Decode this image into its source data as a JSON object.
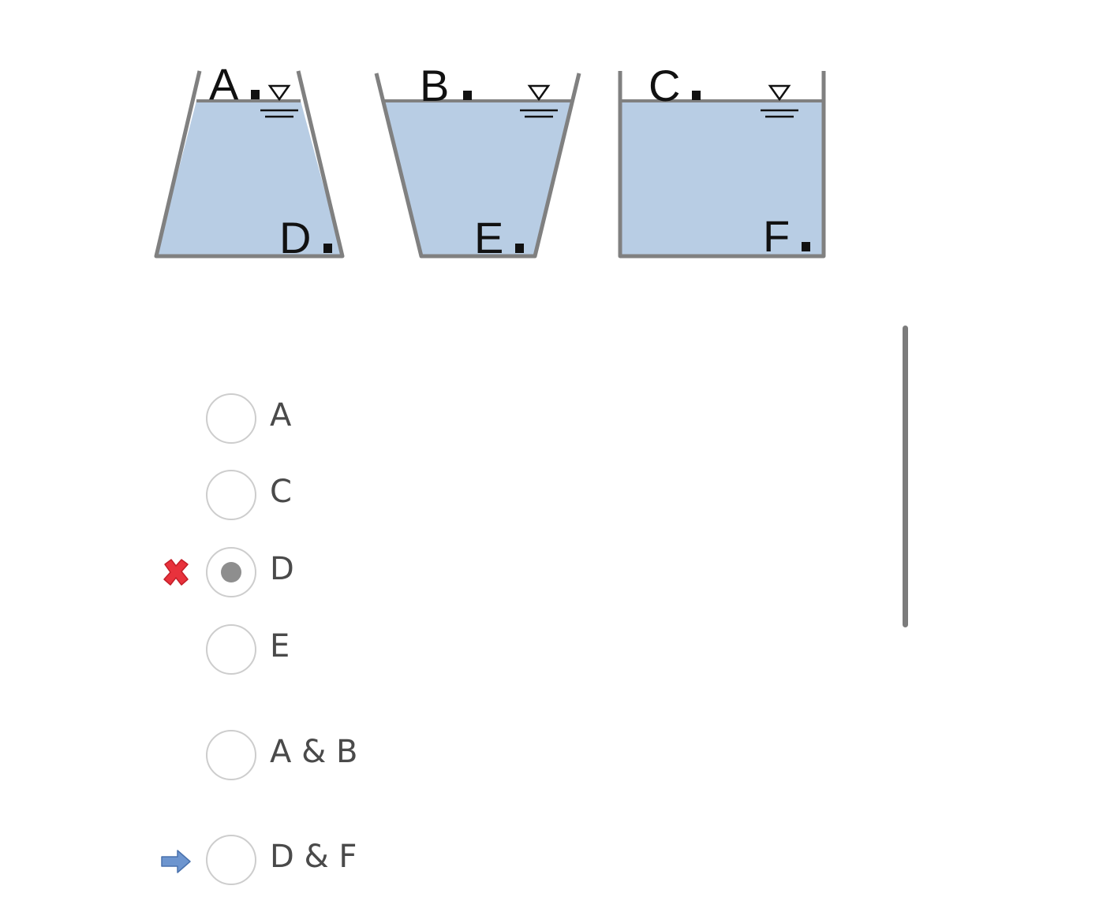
{
  "figure": {
    "tanks": [
      {
        "top_label": "A",
        "bottom_label": "D",
        "shape": "narrowing-upward"
      },
      {
        "top_label": "B",
        "bottom_label": "E",
        "shape": "widening-upward"
      },
      {
        "top_label": "C",
        "bottom_label": "F",
        "shape": "rectangular"
      }
    ],
    "water_color": "#b8cde4",
    "wall_color": "#808080",
    "free_surface_symbol": "inverted-triangle-water-level-icon"
  },
  "options": [
    {
      "label": "A",
      "selected": false,
      "marker": null
    },
    {
      "label": "C",
      "selected": false,
      "marker": null
    },
    {
      "label": "D",
      "selected": true,
      "marker": "incorrect-x-icon"
    },
    {
      "label": "E",
      "selected": false,
      "marker": null
    },
    {
      "label": "A & B",
      "selected": false,
      "marker": null
    },
    {
      "label": "D & F",
      "selected": false,
      "marker": "correct-answer-arrow-icon"
    }
  ],
  "colors": {
    "incorrect_marker": "#e8323c",
    "correct_arrow": "#6d95cf",
    "radio_border": "#cdcdcd",
    "radio_dot": "#8e8e8e",
    "label_text": "#4a4a4a"
  }
}
